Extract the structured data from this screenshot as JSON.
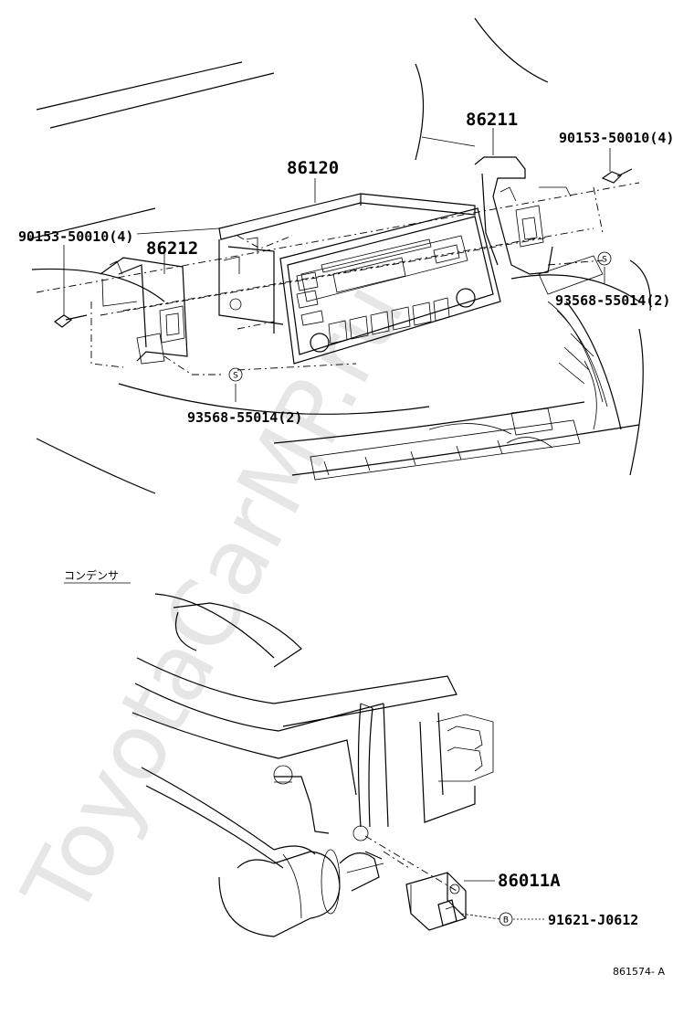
{
  "watermark": "ToyotaCarMP.ru",
  "part_labels": {
    "radio_receiver": "86120",
    "bracket_right": "86211",
    "bracket_left": "86212",
    "screw_right": "90153-50010(4)",
    "screw_left": "90153-50010(4)",
    "nut_right": "93568-55014(2)",
    "nut_left": "93568-55014(2)",
    "condenser": "86011A",
    "bolt": "91621-J0612"
  },
  "section_label": "コンデンサ",
  "symbols": {
    "nut_symbol": "S",
    "bolt_symbol": "B"
  },
  "diagram_ref": "861574- A"
}
